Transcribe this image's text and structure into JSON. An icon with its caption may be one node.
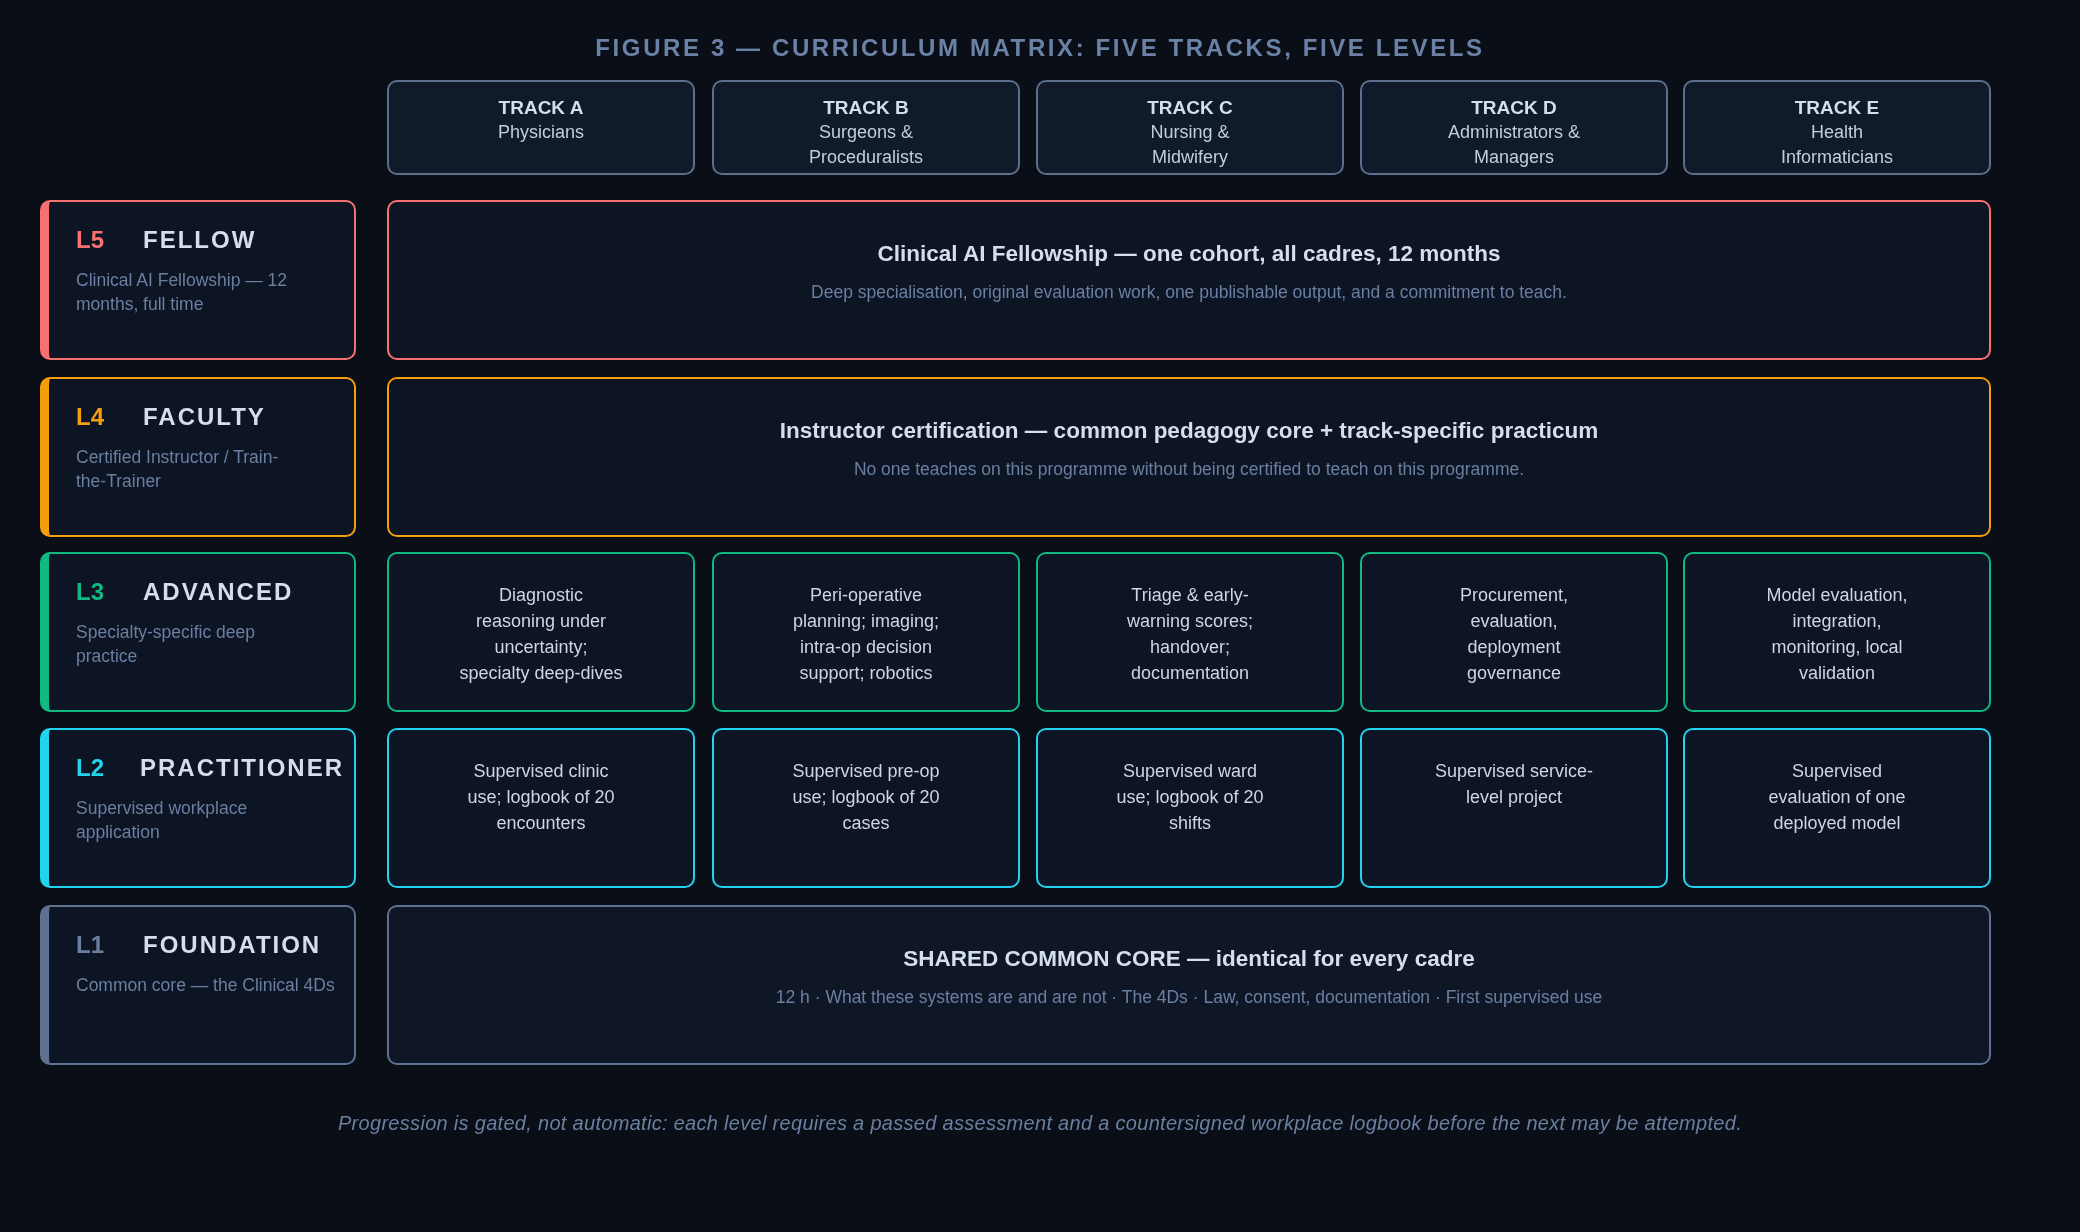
{
  "diagram": {
    "title": "FIGURE 3 — CURRICULUM MATRIX: FIVE TRACKS, FIVE LEVELS",
    "caption": "Progression is gated, not automatic: each level requires a passed assessment and a countersigned workplace logbook before the next may be attempted.",
    "nodes": [
      {
        "text": [
          "TRACK A",
          "Physicians"
        ]
      },
      {
        "text": [
          "TRACK B",
          "Surgeons & Proceduralists"
        ]
      },
      {
        "text": [
          "TRACK C",
          "Nursing & Midwifery"
        ]
      },
      {
        "text": [
          "TRACK D",
          "Administrators & Managers"
        ]
      },
      {
        "text": [
          "TRACK E",
          "Health Informaticians"
        ]
      },
      {
        "text": [
          "L5",
          "FELLOW",
          "Clinical AI Fellowship — 12 months, full time"
        ]
      },
      {
        "text": [
          "Clinical AI Fellowship — one cohort, all cadres, 12 months",
          "Deep specialisation, original evaluation work, one publishable output, and a commitment to teach."
        ]
      },
      {
        "text": [
          "L4",
          "FACULTY",
          "Certified Instructor / Train-the-Trainer"
        ]
      },
      {
        "text": [
          "Instructor certification — common pedagogy core + track-specific practicum",
          "No one teaches on this programme without being certified to teach on this programme."
        ]
      },
      {
        "text": [
          "L3",
          "ADVANCED",
          "Specialty-specific deep practice"
        ]
      },
      {
        "text": [
          "Diagnostic reasoning under uncertainty; specialty deep-dives"
        ]
      },
      {
        "text": [
          "Peri-operative planning; imaging; intra-op decision support; robotics"
        ]
      },
      {
        "text": [
          "Triage & early-warning scores; handover; documentation"
        ]
      },
      {
        "text": [
          "Procurement, evaluation, deployment governance"
        ]
      },
      {
        "text": [
          "Model evaluation, integration, monitoring, local validation"
        ]
      },
      {
        "text": [
          "L2",
          "PRACTITIONER",
          "Supervised workplace application"
        ]
      },
      {
        "text": [
          "Supervised clinic use; logbook of 20 encounters"
        ]
      },
      {
        "text": [
          "Supervised pre-op use; logbook of 20 cases"
        ]
      },
      {
        "text": [
          "Supervised ward use; logbook of 20 shifts"
        ]
      },
      {
        "text": [
          "Supervised service-level project"
        ]
      },
      {
        "text": [
          "Supervised evaluation of one deployed model"
        ]
      },
      {
        "text": [
          "L1",
          "FOUNDATION",
          "Common core — the Clinical 4Ds"
        ]
      },
      {
        "text": [
          "SHARED COMMON CORE — identical for every cadre",
          "12 h · What these systems are and are not · The 4Ds · Law, consent, documentation · First supervised use"
        ]
      }
    ]
  }
}
